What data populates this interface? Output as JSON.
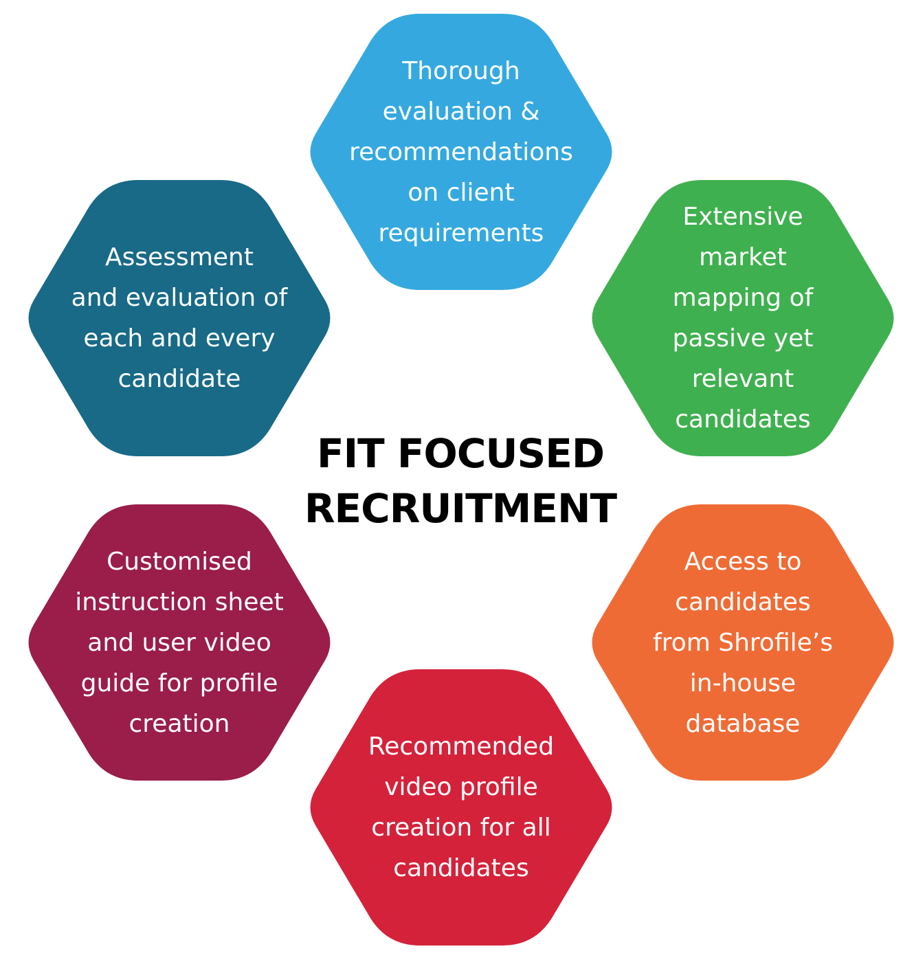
{
  "title": {
    "line1": "FIT FOCUSED",
    "line2": "RECRUITMENT"
  },
  "hexagons": [
    {
      "id": "top",
      "text": "Thorough\nevaluation &\nrecommendations\non client\nrequirements",
      "color": "#35a9df"
    },
    {
      "id": "top-right",
      "text": "Extensive\nmarket\nmapping of\npassive yet\nrelevant\ncandidates",
      "color": "#3fb04f"
    },
    {
      "id": "bottom-right",
      "text": "Access to\ncandidates\nfrom Shrofile’s\nin-house\ndatabase",
      "color": "#ef6b35"
    },
    {
      "id": "bottom",
      "text": "Recommended\nvideo profile\ncreation for all\ncandidates",
      "color": "#d4223b"
    },
    {
      "id": "bottom-left",
      "text": "Customised\ninstruction sheet\nand user video\nguide for profile\ncreation",
      "color": "#9a1d4a"
    },
    {
      "id": "top-left",
      "text": "Assessment\nand evaluation of\neach and every\ncandidate",
      "color": "#186a87"
    }
  ]
}
